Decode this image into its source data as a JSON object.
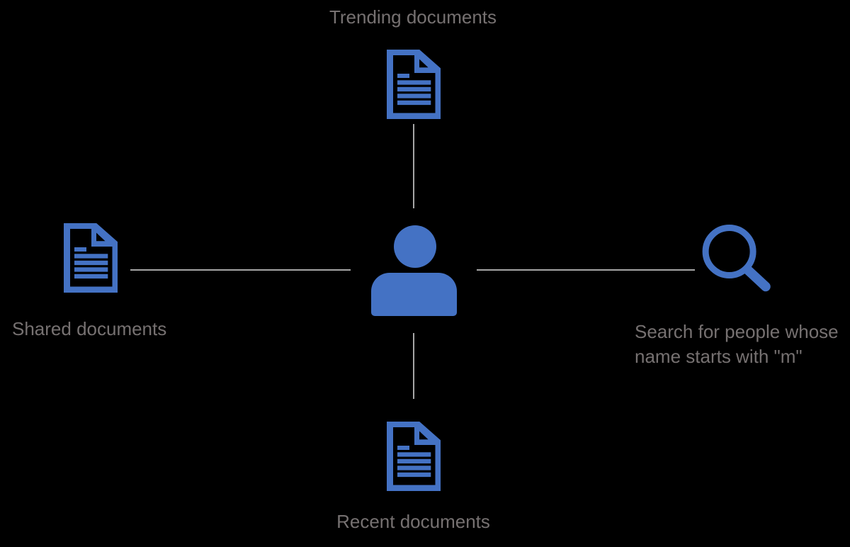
{
  "background_color": "#000000",
  "colors": {
    "icon_blue": "#4472C4",
    "label_gray": "#767171",
    "connector_gray": "#A6A6A6"
  },
  "diagram": {
    "type": "radial",
    "center": {
      "icon": "person-icon",
      "label": ""
    },
    "nodes": [
      {
        "id": "trending",
        "position": "top",
        "icon": "document-icon",
        "label": "Trending documents"
      },
      {
        "id": "shared",
        "position": "left",
        "icon": "document-icon",
        "label": "Shared documents"
      },
      {
        "id": "recent",
        "position": "bottom",
        "icon": "document-icon",
        "label": "Recent documents"
      },
      {
        "id": "search",
        "position": "right",
        "icon": "search-icon",
        "label": "Search for people whose name starts with \"m\"",
        "lines": [
          "Search for people whose",
          "name starts with \"m\""
        ]
      }
    ],
    "connectors": [
      {
        "from": "person",
        "to": "trending",
        "orientation": "vertical"
      },
      {
        "from": "person",
        "to": "shared",
        "orientation": "horizontal"
      },
      {
        "from": "person",
        "to": "recent",
        "orientation": "vertical"
      },
      {
        "from": "person",
        "to": "search",
        "orientation": "horizontal"
      }
    ]
  }
}
